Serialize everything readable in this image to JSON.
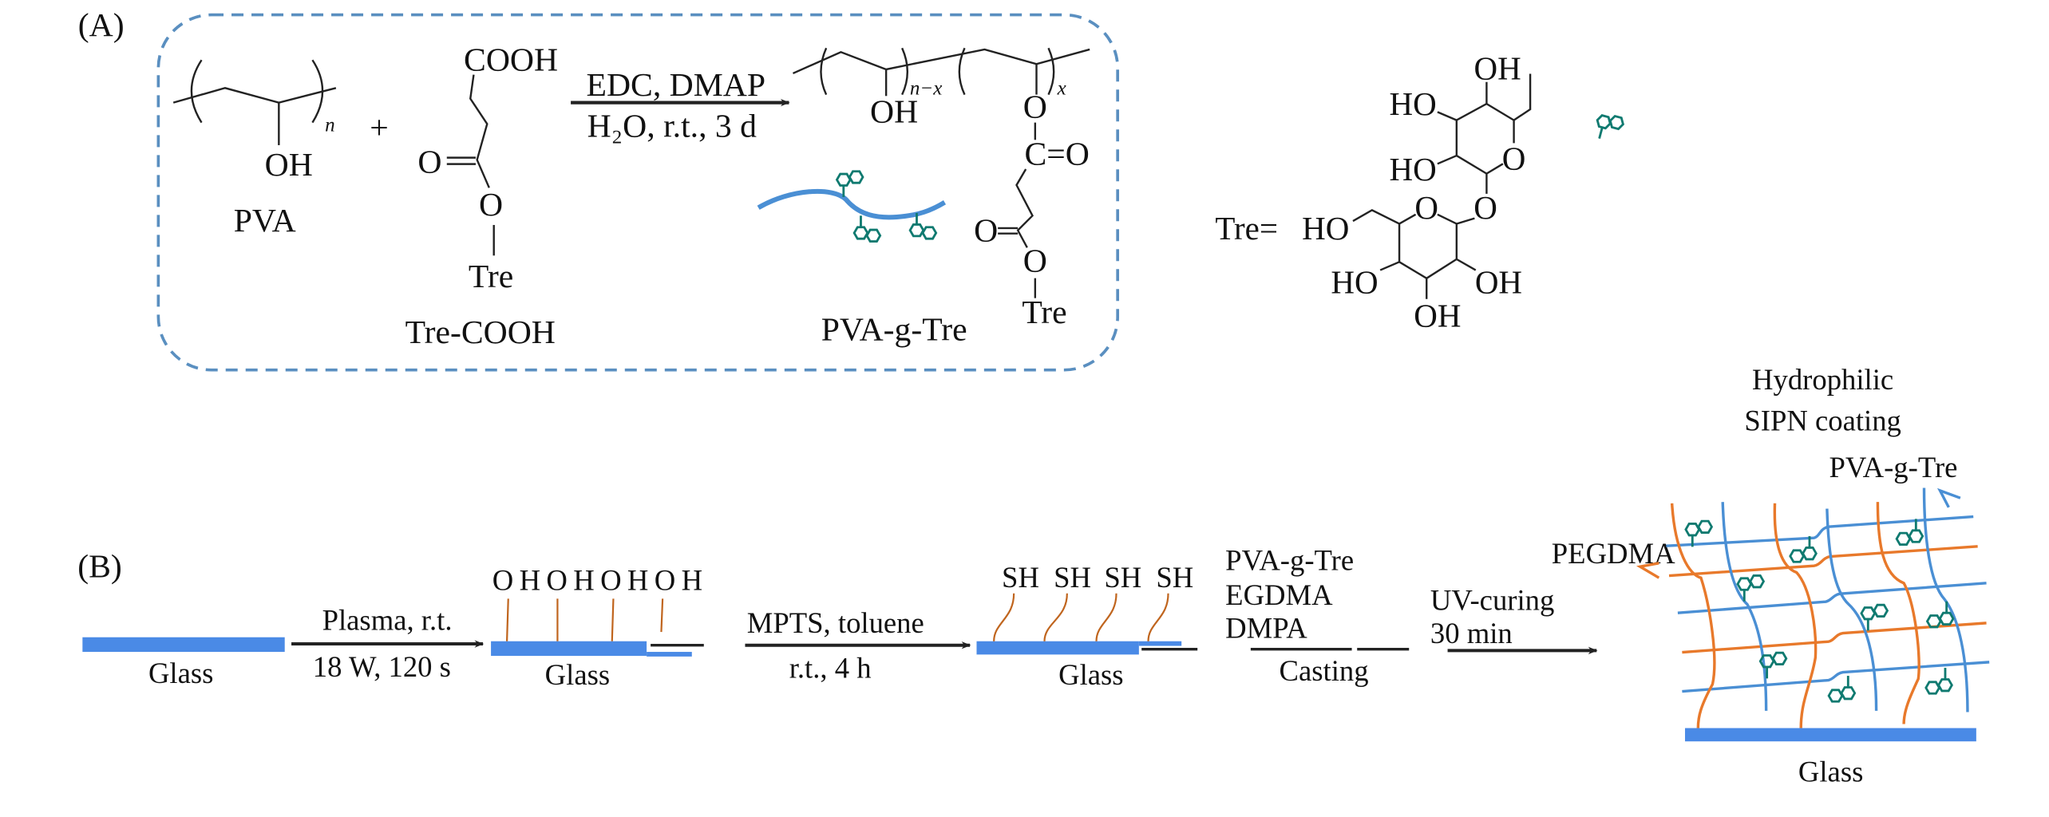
{
  "colors": {
    "glass": "#4a8ae6",
    "pva_g_tre_chain": "#4a8fd4",
    "pegdma_chain": "#e8792b",
    "trehalose_icon": "#0f7a70",
    "dashed_box": "#5a8fc0",
    "surface_groups": "#c0651e"
  },
  "panel_a": {
    "label": "(A)",
    "pva": {
      "oh": "OH",
      "n": "n",
      "name": "PVA"
    },
    "plus": "+",
    "tre_cooh": {
      "cooh": "COOH",
      "carbonyl_o": "O",
      "ester_o": "O",
      "tre": "Tre",
      "name": "Tre-COOH"
    },
    "reaction": {
      "above": "EDC, DMAP",
      "below": "H₂O, r.t., 3 d"
    },
    "product": {
      "oh": "OH",
      "n_minus_x": "n−x",
      "x": "x",
      "o1": "O",
      "c_eq_o": "C=O",
      "carbonyl_o": "O",
      "ester_o": "O",
      "tre": "Tre",
      "name": "PVA-g-Tre"
    },
    "tre_definition": {
      "label": "Tre=",
      "groups": [
        "OH",
        "HO",
        "O",
        "HO",
        "O",
        "O",
        "HO",
        "HO",
        "OH",
        "OH"
      ]
    }
  },
  "panel_b": {
    "label": "(B)",
    "step1": {
      "substrate": "Glass",
      "above": "Plasma, r.t.",
      "below": "18 W, 120 s"
    },
    "step2": {
      "groups": "OHOHOHOH",
      "substrate": "Glass",
      "above": "MPTS, toluene",
      "below": "r.t., 4 h"
    },
    "step3": {
      "groups": [
        "SH",
        "SH",
        "SH",
        "SH"
      ],
      "substrate": "Glass",
      "reagents": [
        "PVA-g-Tre",
        "EGDMA",
        "DMPA"
      ],
      "below": "Casting"
    },
    "step4": {
      "above_1": "UV-curing",
      "above_2": "30 min"
    },
    "result": {
      "title_1": "Hydrophilic",
      "title_2": "SIPN coating",
      "pva_label": "PVA-g-Tre",
      "pegdma_label": "PEGDMA",
      "substrate": "Glass"
    }
  }
}
